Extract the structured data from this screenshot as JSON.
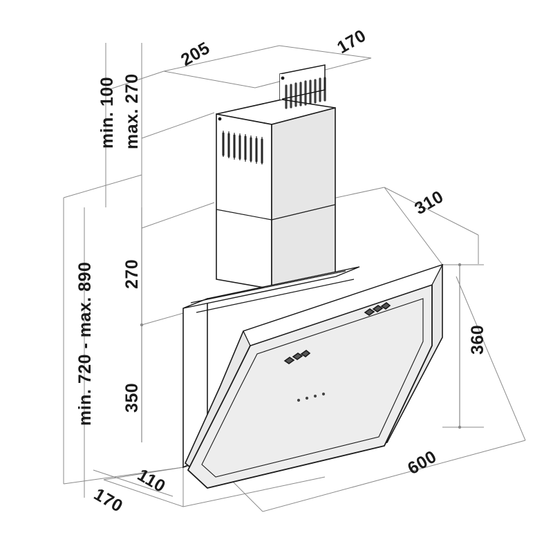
{
  "drawing": {
    "type": "technical-line-drawing",
    "subject": "angled-glass-wall-mounted-range-hood",
    "projection": "isometric",
    "units": "mm",
    "background_color": "#ffffff",
    "line_color": "#1a1a1a",
    "thin_line_color": "#8a8a8a",
    "glass_fill_color": "#e8e8e8",
    "chimney_fill_color": "#e6e6e6",
    "text_color": "#1a1a1a"
  },
  "dimensions": {
    "chimney_depth_top": "205",
    "chimney_width_top": "170",
    "wall_mount_range": "min. 100",
    "wall_mount_range_max": "max. 270",
    "total_height_range": "min. 720 - max. 890",
    "chimney_section_height": "270",
    "hood_body_height": "350",
    "hood_depth_top": "310",
    "hood_front_height": "360",
    "hood_width": "600",
    "hood_base_depth": "110",
    "wall_offset_depth": "170"
  },
  "labels": [
    {
      "id": "chimney-depth-205",
      "text": "205",
      "rotation": -30
    },
    {
      "id": "chimney-width-170",
      "text": "170",
      "rotation": -30
    },
    {
      "id": "mount-min-100",
      "text": "min. 100",
      "rotation": -90
    },
    {
      "id": "mount-max-270",
      "text": "max. 270",
      "rotation": -90
    },
    {
      "id": "total-height-range",
      "text": "min. 720 - max. 890",
      "rotation": -90
    },
    {
      "id": "section-270",
      "text": "270",
      "rotation": -90
    },
    {
      "id": "section-350",
      "text": "350",
      "rotation": -90
    },
    {
      "id": "depth-310",
      "text": "310",
      "rotation": -30
    },
    {
      "id": "front-height-360",
      "text": "360",
      "rotation": -90
    },
    {
      "id": "width-600",
      "text": "600",
      "rotation": -30
    },
    {
      "id": "base-depth-110",
      "text": "110",
      "rotation": 30
    },
    {
      "id": "wall-offset-170",
      "text": "170",
      "rotation": 30
    }
  ],
  "features": {
    "vent_slots_left_count": 8,
    "vent_slots_right_count": 9,
    "control_knob_groups": 2,
    "indicator_dots": 4,
    "glass_panel": "angled-front-glass-panel"
  }
}
